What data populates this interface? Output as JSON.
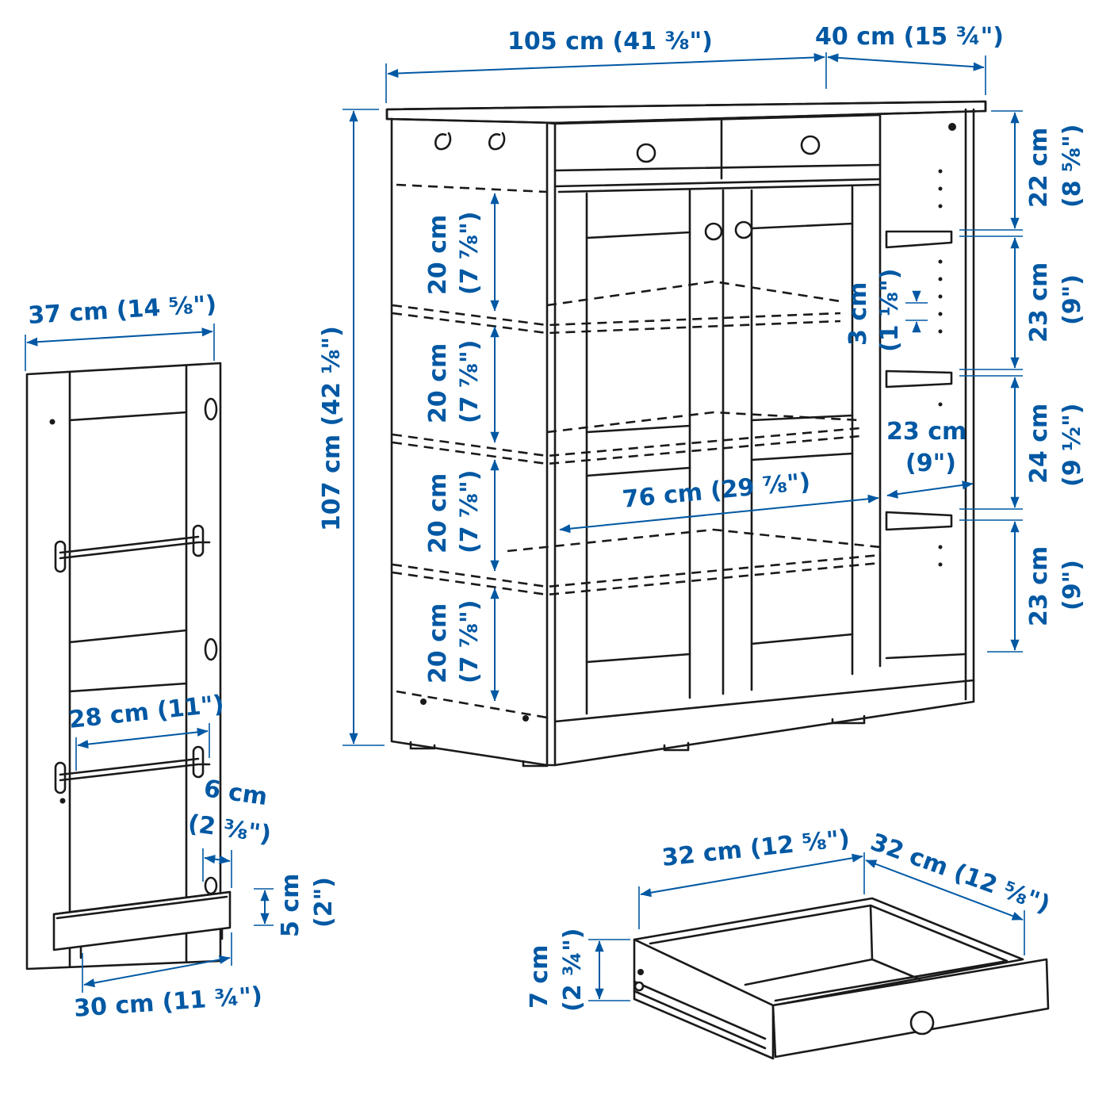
{
  "dimensions": {
    "cabinet_width": "105 cm (41 ⅜\")",
    "cabinet_depth": "40 cm (15 ¾\")",
    "cabinet_height": "107 cm (42 ⅛\")",
    "shelf_spacing_1_cm": "20 cm",
    "shelf_spacing_1_in": "(7 ⅞\")",
    "shelf_spacing_2_cm": "20 cm",
    "shelf_spacing_2_in": "(7 ⅞\")",
    "shelf_spacing_3_cm": "20 cm",
    "shelf_spacing_3_in": "(7 ⅞\")",
    "shelf_spacing_4_cm": "20 cm",
    "shelf_spacing_4_in": "(7 ⅞\")",
    "side_top_cm": "22 cm",
    "side_top_in": "(8 ⅝\")",
    "side_2_cm": "23 cm",
    "side_2_in": "(9\")",
    "side_3_cm": "24 cm",
    "side_3_in": "(9 ½\")",
    "side_4_cm": "23 cm",
    "side_4_in": "(9\")",
    "hole_spacing_cm": "3 cm",
    "hole_spacing_in": "(1 ⅛\")",
    "side_shelf_depth_cm": "23 cm",
    "side_shelf_depth_in": "(9\")",
    "inner_width": "76 cm (29 ⅞\")",
    "door_width": "37 cm (14 ⅝\")",
    "rail_width": "28 cm (11\")",
    "tray_depth_cm": "6 cm",
    "tray_depth_in": "(2 ⅜\")",
    "tray_height_cm": "5 cm",
    "tray_height_in": "(2\")",
    "tray_width": "30 cm (11 ¾\")",
    "drawer_width": "32 cm (12 ⅝\")",
    "drawer_depth": "32 cm (12 ⅝\")",
    "drawer_height_cm": "7 cm",
    "drawer_height_in": "(2 ¾\")"
  }
}
